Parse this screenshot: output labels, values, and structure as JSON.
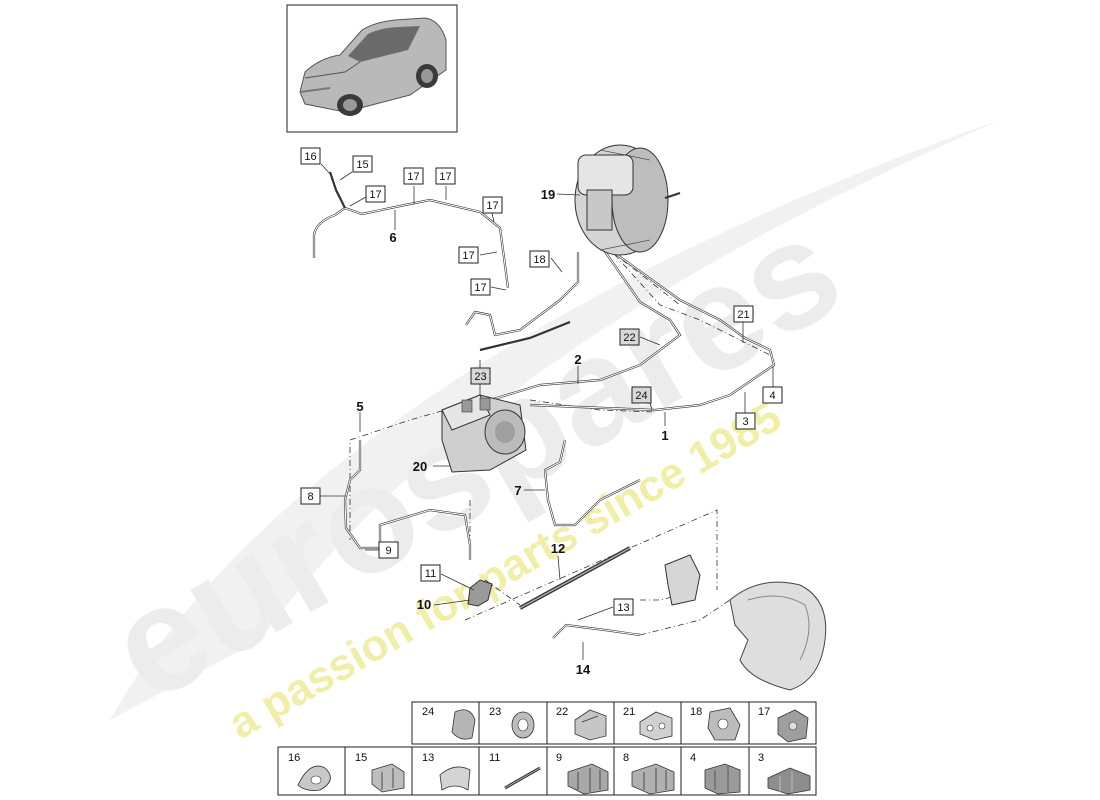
{
  "watermark": {
    "brand": "eurospares",
    "tagline": "a passion for parts since 1985"
  },
  "callouts": [
    {
      "id": "c16",
      "label": "16",
      "boxed": true
    },
    {
      "id": "c15",
      "label": "15",
      "boxed": true
    },
    {
      "id": "c17a",
      "label": "17",
      "boxed": true
    },
    {
      "id": "c17b",
      "label": "17",
      "boxed": true
    },
    {
      "id": "c17c",
      "label": "17",
      "boxed": true
    },
    {
      "id": "c17d",
      "label": "17",
      "boxed": true
    },
    {
      "id": "c17e",
      "label": "17",
      "boxed": true
    },
    {
      "id": "c17f",
      "label": "17",
      "boxed": true
    },
    {
      "id": "c6",
      "label": "6",
      "boxed": false
    },
    {
      "id": "c18",
      "label": "18",
      "boxed": true
    },
    {
      "id": "c19",
      "label": "19",
      "boxed": false
    },
    {
      "id": "c21",
      "label": "21",
      "boxed": true
    },
    {
      "id": "c22",
      "label": "22",
      "boxed": true
    },
    {
      "id": "c2",
      "label": "2",
      "boxed": false
    },
    {
      "id": "c23",
      "label": "23",
      "boxed": true
    },
    {
      "id": "c24",
      "label": "24",
      "boxed": true
    },
    {
      "id": "c4",
      "label": "4",
      "boxed": true
    },
    {
      "id": "c3",
      "label": "3",
      "boxed": true
    },
    {
      "id": "c1",
      "label": "1",
      "boxed": false
    },
    {
      "id": "c5",
      "label": "5",
      "boxed": false
    },
    {
      "id": "c20",
      "label": "20",
      "boxed": false
    },
    {
      "id": "c7",
      "label": "7",
      "boxed": false
    },
    {
      "id": "c8",
      "label": "8",
      "boxed": true
    },
    {
      "id": "c9",
      "label": "9",
      "boxed": true
    },
    {
      "id": "c12",
      "label": "12",
      "boxed": false
    },
    {
      "id": "c11",
      "label": "11",
      "boxed": true
    },
    {
      "id": "c10",
      "label": "10",
      "boxed": false
    },
    {
      "id": "c13",
      "label": "13",
      "boxed": true
    },
    {
      "id": "c14",
      "label": "14",
      "boxed": false
    }
  ],
  "parts_grid": {
    "row1": [
      "24",
      "23",
      "22",
      "21",
      "18",
      "17"
    ],
    "row2": [
      "16",
      "15",
      "13",
      "11",
      "9",
      "8",
      "4",
      "3"
    ]
  }
}
